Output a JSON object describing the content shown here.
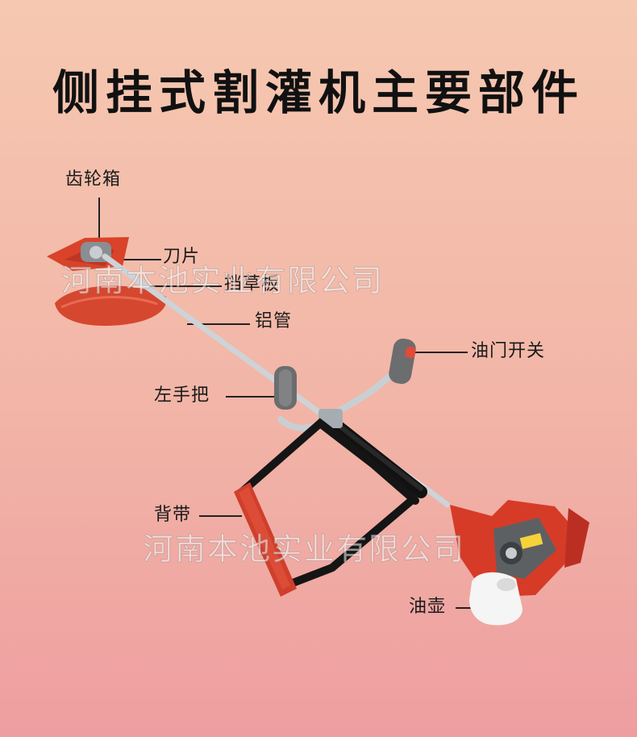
{
  "title": "侧挂式割灌机主要部件",
  "labels": {
    "gearbox": "齿轮箱",
    "blade": "刀片",
    "guard": "挡草板",
    "tube": "铝管",
    "throttle": "油门开关",
    "left_handle": "左手把",
    "strap": "背带",
    "fuel_tank": "油壶"
  },
  "watermark": {
    "text": "河南本池实业有限公司"
  },
  "colors": {
    "background_top": "#f6c8b1",
    "background_bottom": "#ee9ea0",
    "engine_red": "#d63a25",
    "handle_grey": "#6d6f70",
    "shaft_silver": "#bfc5c9",
    "strap_black": "#1a1a1a"
  }
}
